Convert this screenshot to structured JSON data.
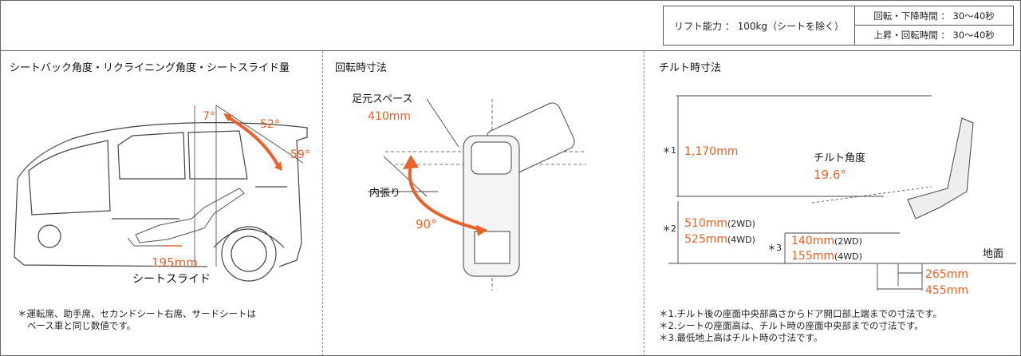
{
  "header": {
    "lift": "リフト能力 ： 100kg（シートを除く）",
    "rotation_lower_time": "回転・下降時間 ： 30〜40秒",
    "rise_rotation_time": "上昇・回転時間 ： 30〜40秒"
  },
  "panels": {
    "seat": {
      "title": "シートバック角度・リクライニング角度・シートスライド量",
      "angle_1": "7°",
      "angle_2": "52°",
      "angle_3": "59°",
      "slide_value": "195mm",
      "slide_label": "シートスライド",
      "note_line1": "＊運転席、助手席、セカンドシート右席、サードシートは",
      "note_line2": "ベース車と同じ数値です。"
    },
    "rotation": {
      "title": "回転時寸法",
      "foot_space_label": "足元スペース",
      "foot_space_value": "410mm",
      "trim_label": "内張り",
      "angle": "90°"
    },
    "tilt": {
      "title": "チルト時寸法",
      "mark1": "＊1",
      "height_value": "1,170mm",
      "tilt_angle_label": "チルト角度",
      "tilt_angle_value": "19.6°",
      "mark2": "＊2",
      "seat_height_2wd": "510mm",
      "seat_height_2wd_tag": "(2WD)",
      "seat_height_4wd": "525mm",
      "seat_height_4wd_tag": "(4WD)",
      "mark3": "＊3",
      "clearance_2wd": "140mm",
      "clearance_2wd_tag": "(2WD)",
      "clearance_4wd": "155mm",
      "clearance_4wd_tag": "(4WD)",
      "ground_label": "地面",
      "offset_1": "265mm",
      "offset_2": "455mm",
      "note_1": "＊1.チルト後の座面中央部高さからドア開口部上端までの寸法です。",
      "note_2": "＊2.シートの座面高は、チルト時の座面中央部までの寸法です。",
      "note_3": "＊3.最低地上高はチルト時の寸法です。"
    }
  },
  "colors": {
    "accent": "#e8622c",
    "line": "#444444"
  }
}
